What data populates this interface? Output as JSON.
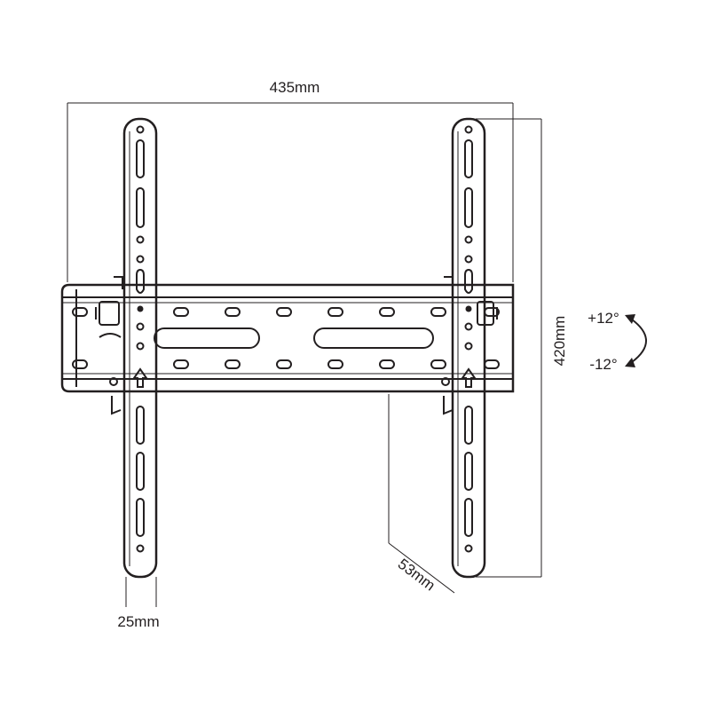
{
  "dimensions": {
    "width_label": "435mm",
    "height_label": "420mm",
    "depth_label": "53mm",
    "upright_width_label": "25mm"
  },
  "tilt": {
    "up_label": "+12°",
    "down_label": "-12°"
  },
  "colors": {
    "stroke": "#231f20",
    "background": "#ffffff"
  }
}
